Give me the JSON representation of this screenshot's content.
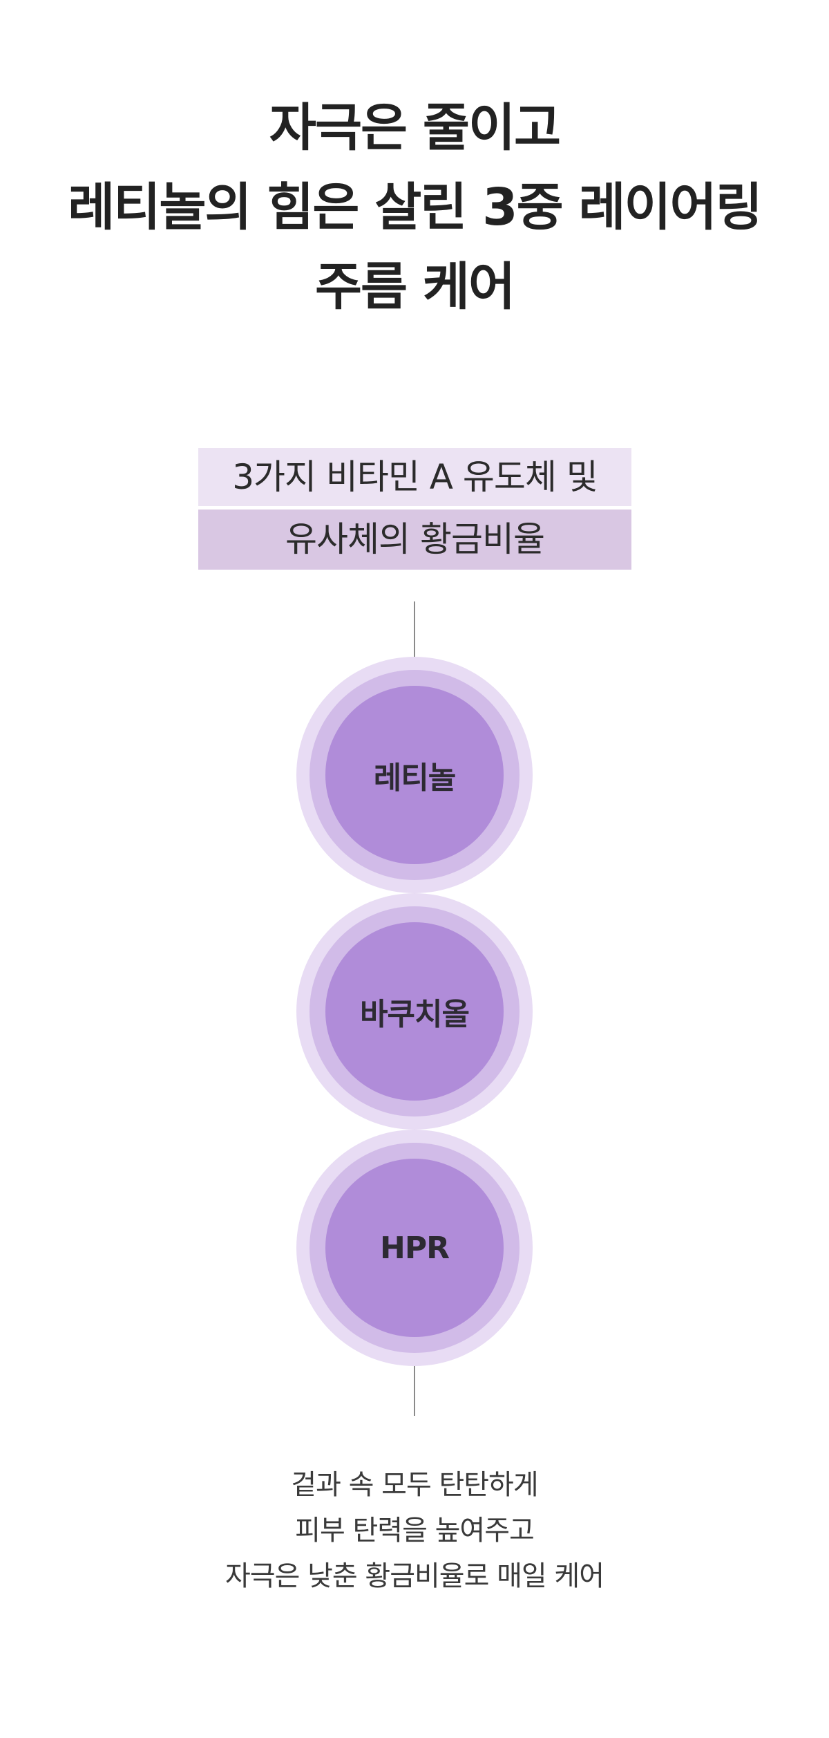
{
  "headline": {
    "lines": [
      "자극은 줄이고",
      "레티놀의 힘은 살린 3중 레이어링",
      "주름 케어"
    ]
  },
  "label": {
    "top": "3가지 비타민 A 유도체 및",
    "bottom": "유사체의 황금비율"
  },
  "layers": [
    {
      "label": "레티놀"
    },
    {
      "label": "바쿠치올"
    },
    {
      "label": "HPR"
    }
  ],
  "description": {
    "lines": [
      "겉과 속 모두 탄탄하게",
      "피부 탄력을 높여주고",
      "자극은 낮춘 황금비율로 매일 케어"
    ]
  },
  "colors": {
    "box_light": "#ece3f3",
    "box_dark": "#d9c7e3",
    "circle_outer": "#e8dcf4",
    "circle_mid": "#d1bbe8",
    "circle_core": "#b08cd9",
    "connector_line": "#8a8a8a"
  }
}
